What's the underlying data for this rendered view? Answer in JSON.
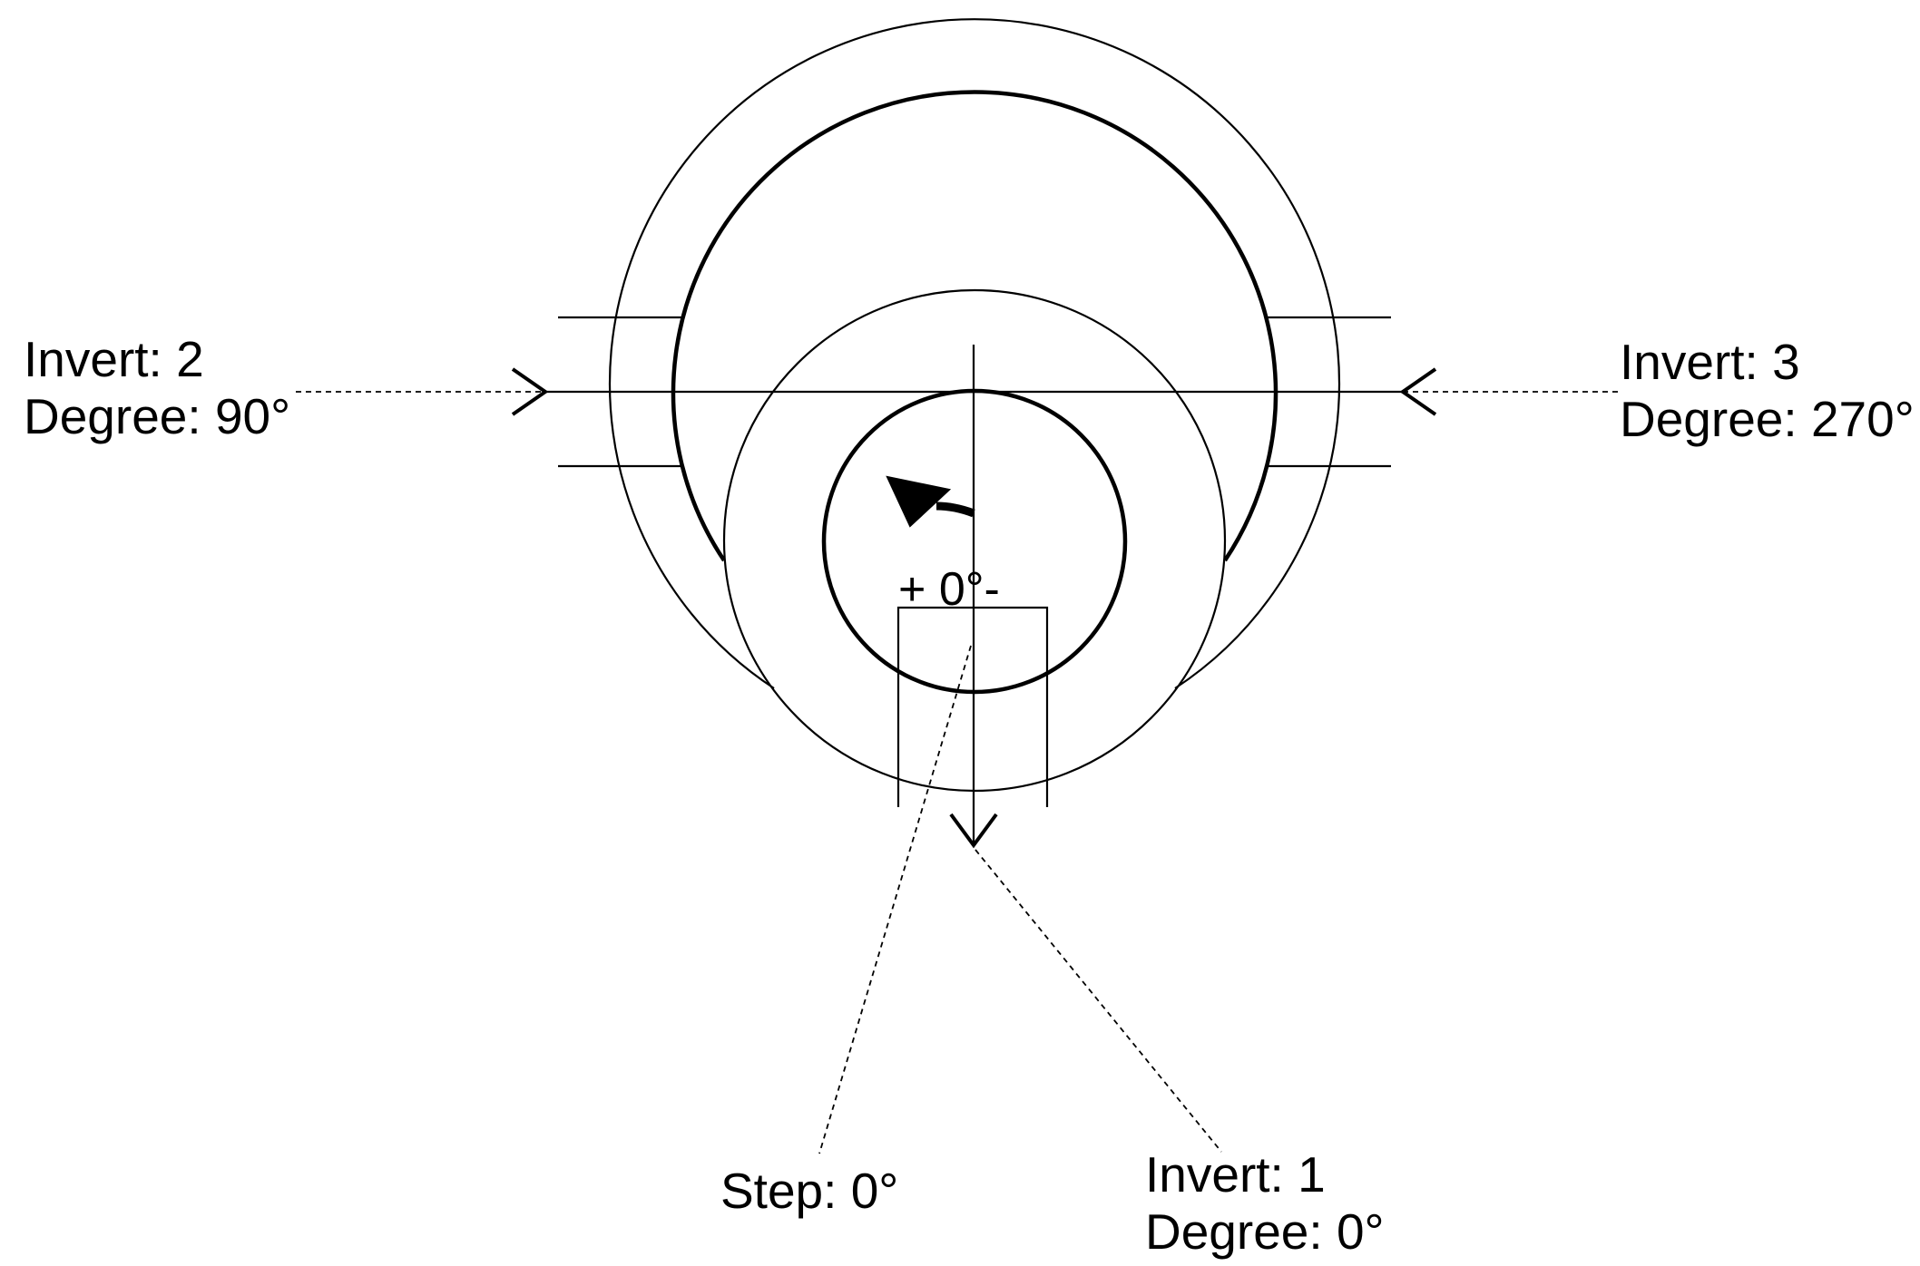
{
  "colors": {
    "background": "#ffffff",
    "stroke": "#000000"
  },
  "labels": {
    "left": {
      "invert": "Invert: 2",
      "degree": "Degree: 90°"
    },
    "right": {
      "invert": "Invert: 3",
      "degree": "Degree: 270°"
    },
    "bottom": {
      "invert": "Invert: 1",
      "degree": "Degree: 0°"
    },
    "step": "Step: 0°",
    "center": "+ 0°-"
  }
}
